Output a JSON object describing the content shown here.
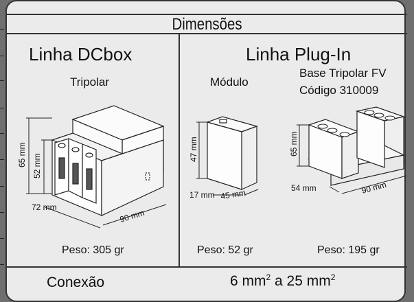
{
  "header": {
    "title": "Dimensões"
  },
  "left": {
    "title": "Linha DCbox",
    "subtitle": "Tripolar",
    "dims": {
      "h_outer": "65 mm",
      "h_inner": "52 mm",
      "depth": "72 mm",
      "width": "90 mm"
    },
    "peso": "Peso:  305 gr"
  },
  "right": {
    "title": "Linha Plug-In",
    "modulo": {
      "label": "Módulo",
      "dims": {
        "height": "47 mm",
        "depth": "17 mm",
        "width": "45 mm"
      },
      "peso": "Peso:  52 gr"
    },
    "base": {
      "label_line1": "Base Tripolar FV",
      "label_line2": "Código 310009",
      "dims": {
        "height": "65 mm",
        "depth": "54 mm",
        "width": "90 mm"
      },
      "peso": "Peso:  195 gr"
    }
  },
  "footer": {
    "label": "Conexão",
    "value_a": "6 mm",
    "sup_a": "2",
    "value_mid": " a  25 mm",
    "sup_b": "2"
  }
}
